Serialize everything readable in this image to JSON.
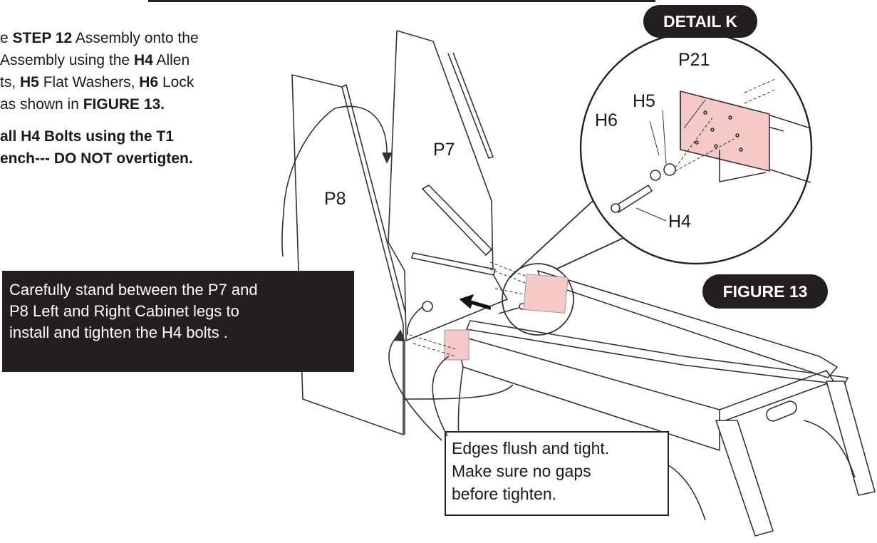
{
  "instructions": {
    "line1_pre": "e ",
    "line1_bold": "STEP 12",
    "line1_post": "  Assembly onto the",
    "line2_pre": " Assembly using the ",
    "line2_bold": "H4",
    "line2_post": " Allen",
    "line3_pre": "ts, ",
    "line3_bold1": "H5",
    "line3_mid": " Flat Washers, ",
    "line3_bold2": "H6",
    "line3_post": " Lock",
    "line4_pre": "as shown in ",
    "line4_bold": "FIGURE 13.",
    "note_line1": "all H4 Bolts using the T1",
    "note_line2": "ench--- DO NOT overtigten."
  },
  "part_labels": {
    "p8": "P8",
    "p7": "P7",
    "p21": "P21",
    "h5": "H5",
    "h6": "H6",
    "h4": "H4"
  },
  "badges": {
    "detail": "DETAIL K",
    "figure": "FIGURE 13"
  },
  "callout_dark": {
    "line1": "Carefully stand between the P7 and",
    "line2": "P8 Left and Right Cabinet legs to",
    "line3": "install and tighten the H4 bolts ."
  },
  "callout_white": {
    "line1": "Edges flush and tight.",
    "line2": "Make sure no gaps",
    "line3": "before tighten."
  },
  "colors": {
    "ink": "#231f20",
    "highlight": "#f4c9c6"
  }
}
